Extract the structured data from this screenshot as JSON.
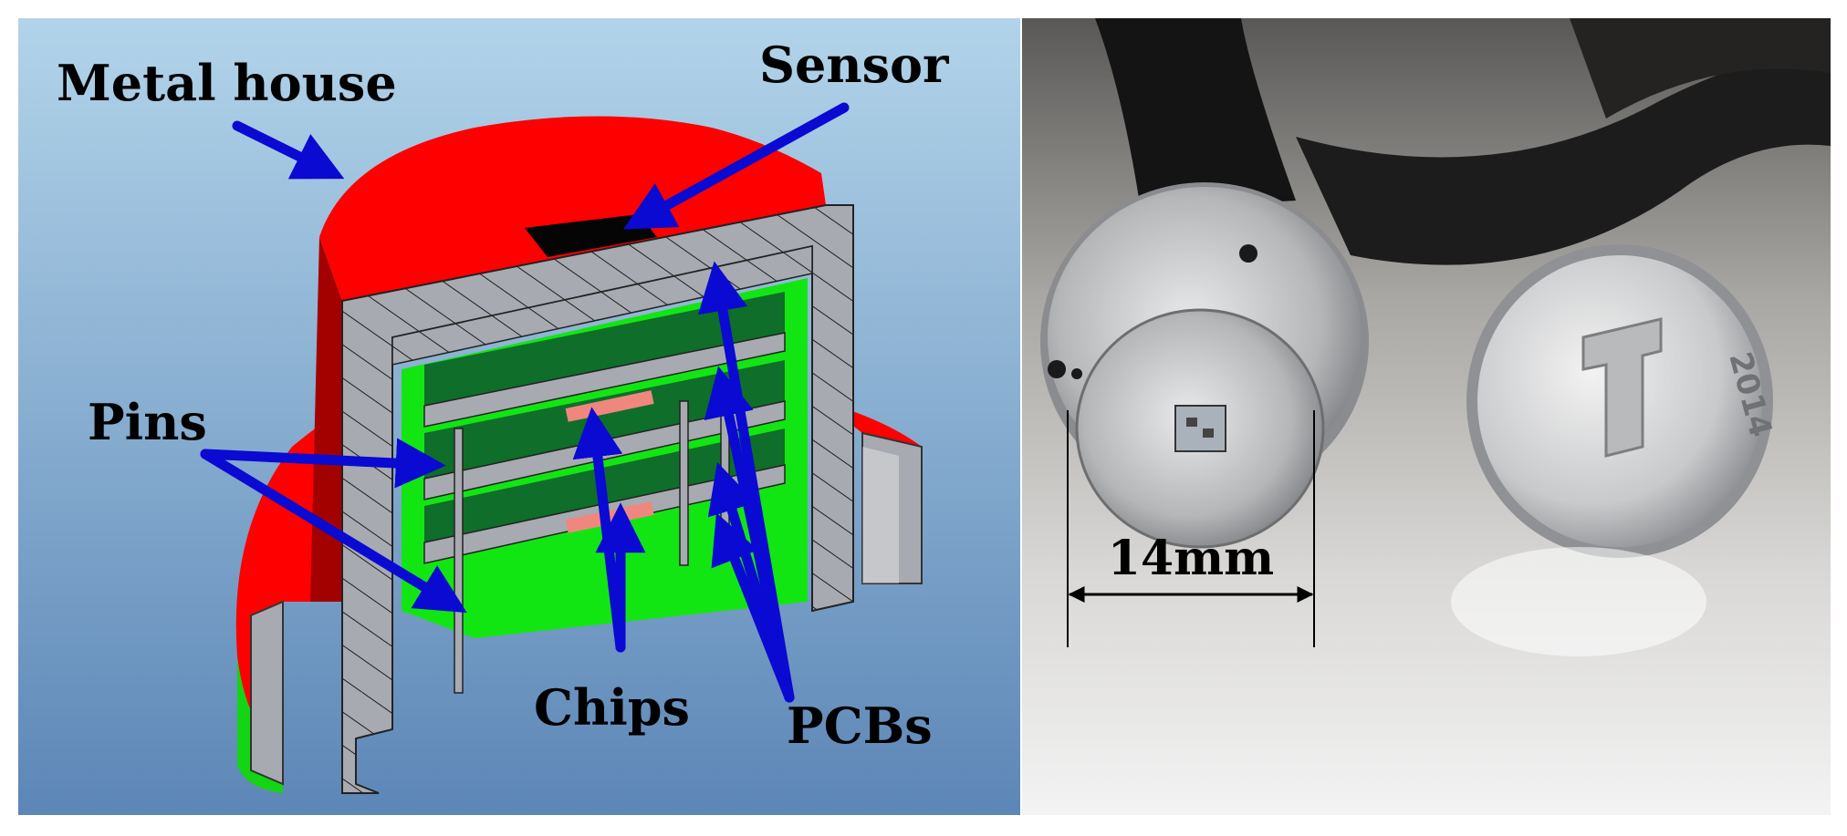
{
  "left_panel": {
    "labels": {
      "metal_house": "Metal house",
      "sensor": "Sensor",
      "pins": "Pins",
      "chips": "Chips",
      "pcbs": "PCBs"
    },
    "colors": {
      "background_top": "#b2d4ea",
      "background_bottom": "#5c86b6",
      "housing": "#ff0000",
      "housing_dark": "#a30000",
      "section": "#a7aab0",
      "pcb_light": "#12e612",
      "pcb_dark": "#0e6e2a",
      "chip": "#f0877e",
      "arrow": "#0a0ad2"
    }
  },
  "right_panel": {
    "dimension_label": "14mm",
    "coin_text": "2014"
  }
}
